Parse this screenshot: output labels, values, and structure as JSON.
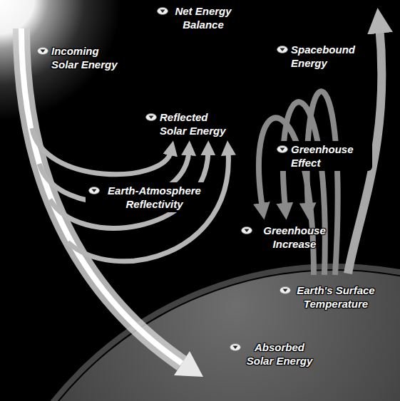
{
  "diagram": {
    "labels": [
      "Net Energy Balance",
      "Incoming Solar Energy",
      "Spacebound Energy",
      "Reflected Solar Energy",
      "Greenhouse Effect",
      "Earth-Atmosphere Reflectivity",
      "Greenhouse Increase",
      "Earth's Surface Temperature",
      "Absorbed Solar Energy"
    ]
  }
}
